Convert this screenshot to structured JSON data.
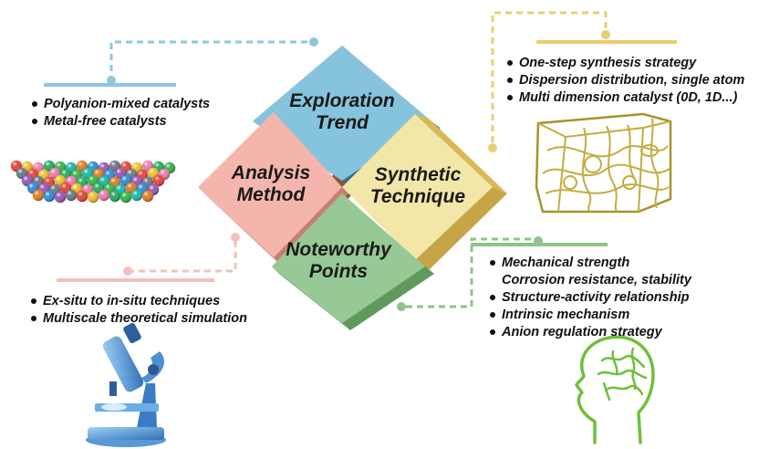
{
  "petals": {
    "top": {
      "line1": "Exploration",
      "line2": "Trend",
      "color": "#86c3dd"
    },
    "left": {
      "line1": "Analysis",
      "line2": "Method",
      "color": "#f4b5ac"
    },
    "right": {
      "line1": "Synthetic",
      "line2": "Technique",
      "color": "#f2e7a8"
    },
    "bottom": {
      "line1": "Noteworthy",
      "line2": "Points",
      "color": "#96c995"
    }
  },
  "exploration_items": [
    "Polyanion-mixed catalysts",
    "Metal-free catalysts"
  ],
  "synthetic_items": [
    "One-step synthesis strategy",
    "Dispersion distribution, single atom",
    "Multi dimension catalyst (0D, 1D...)"
  ],
  "analysis_items": [
    "Ex-situ to in-situ techniques",
    "Multiscale theoretical simulation"
  ],
  "noteworthy_items": [
    {
      "text": "Mechanical strength",
      "bullet": true
    },
    {
      "text": "Corrosion resistance, stability",
      "bullet": false
    },
    {
      "text": "Structure-activity relationship",
      "bullet": true
    },
    {
      "text": "Intrinsic mechanism",
      "bullet": true
    },
    {
      "text": "Anion regulation strategy",
      "bullet": true
    }
  ],
  "icons": [
    "catalyst-spheres-icon",
    "wire-mesh-framework-icon",
    "microscope-icon",
    "brain-head-icon"
  ],
  "connector_colors": {
    "blue": "#8fc6de",
    "yellow": "#e8cf72",
    "pink": "#f3c1bb",
    "green": "#8cc48a"
  }
}
